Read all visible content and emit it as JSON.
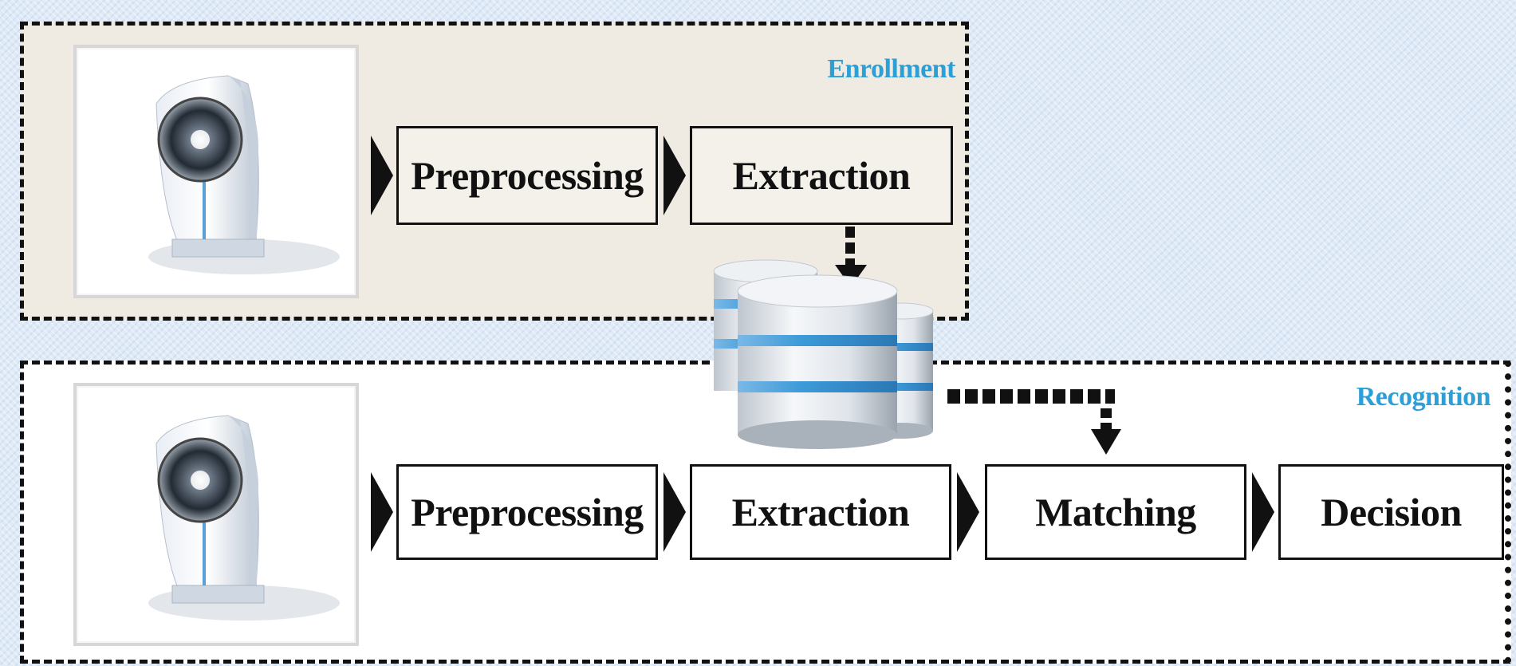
{
  "enrollment": {
    "label": "Enrollment",
    "steps": [
      "Preprocessing",
      "Extraction"
    ]
  },
  "recognition": {
    "label": "Recognition",
    "steps": [
      "Preprocessing",
      "Extraction",
      "Matching",
      "Decision"
    ]
  },
  "icons": {
    "scanner": "iris-scanner-icon",
    "database": "database-icon",
    "arrow": "chevron-right-icon"
  },
  "colors": {
    "label_accent": "#2c9fd6",
    "enroll_panel": "#efebe2",
    "database_stripe": "#3d9ad8"
  }
}
